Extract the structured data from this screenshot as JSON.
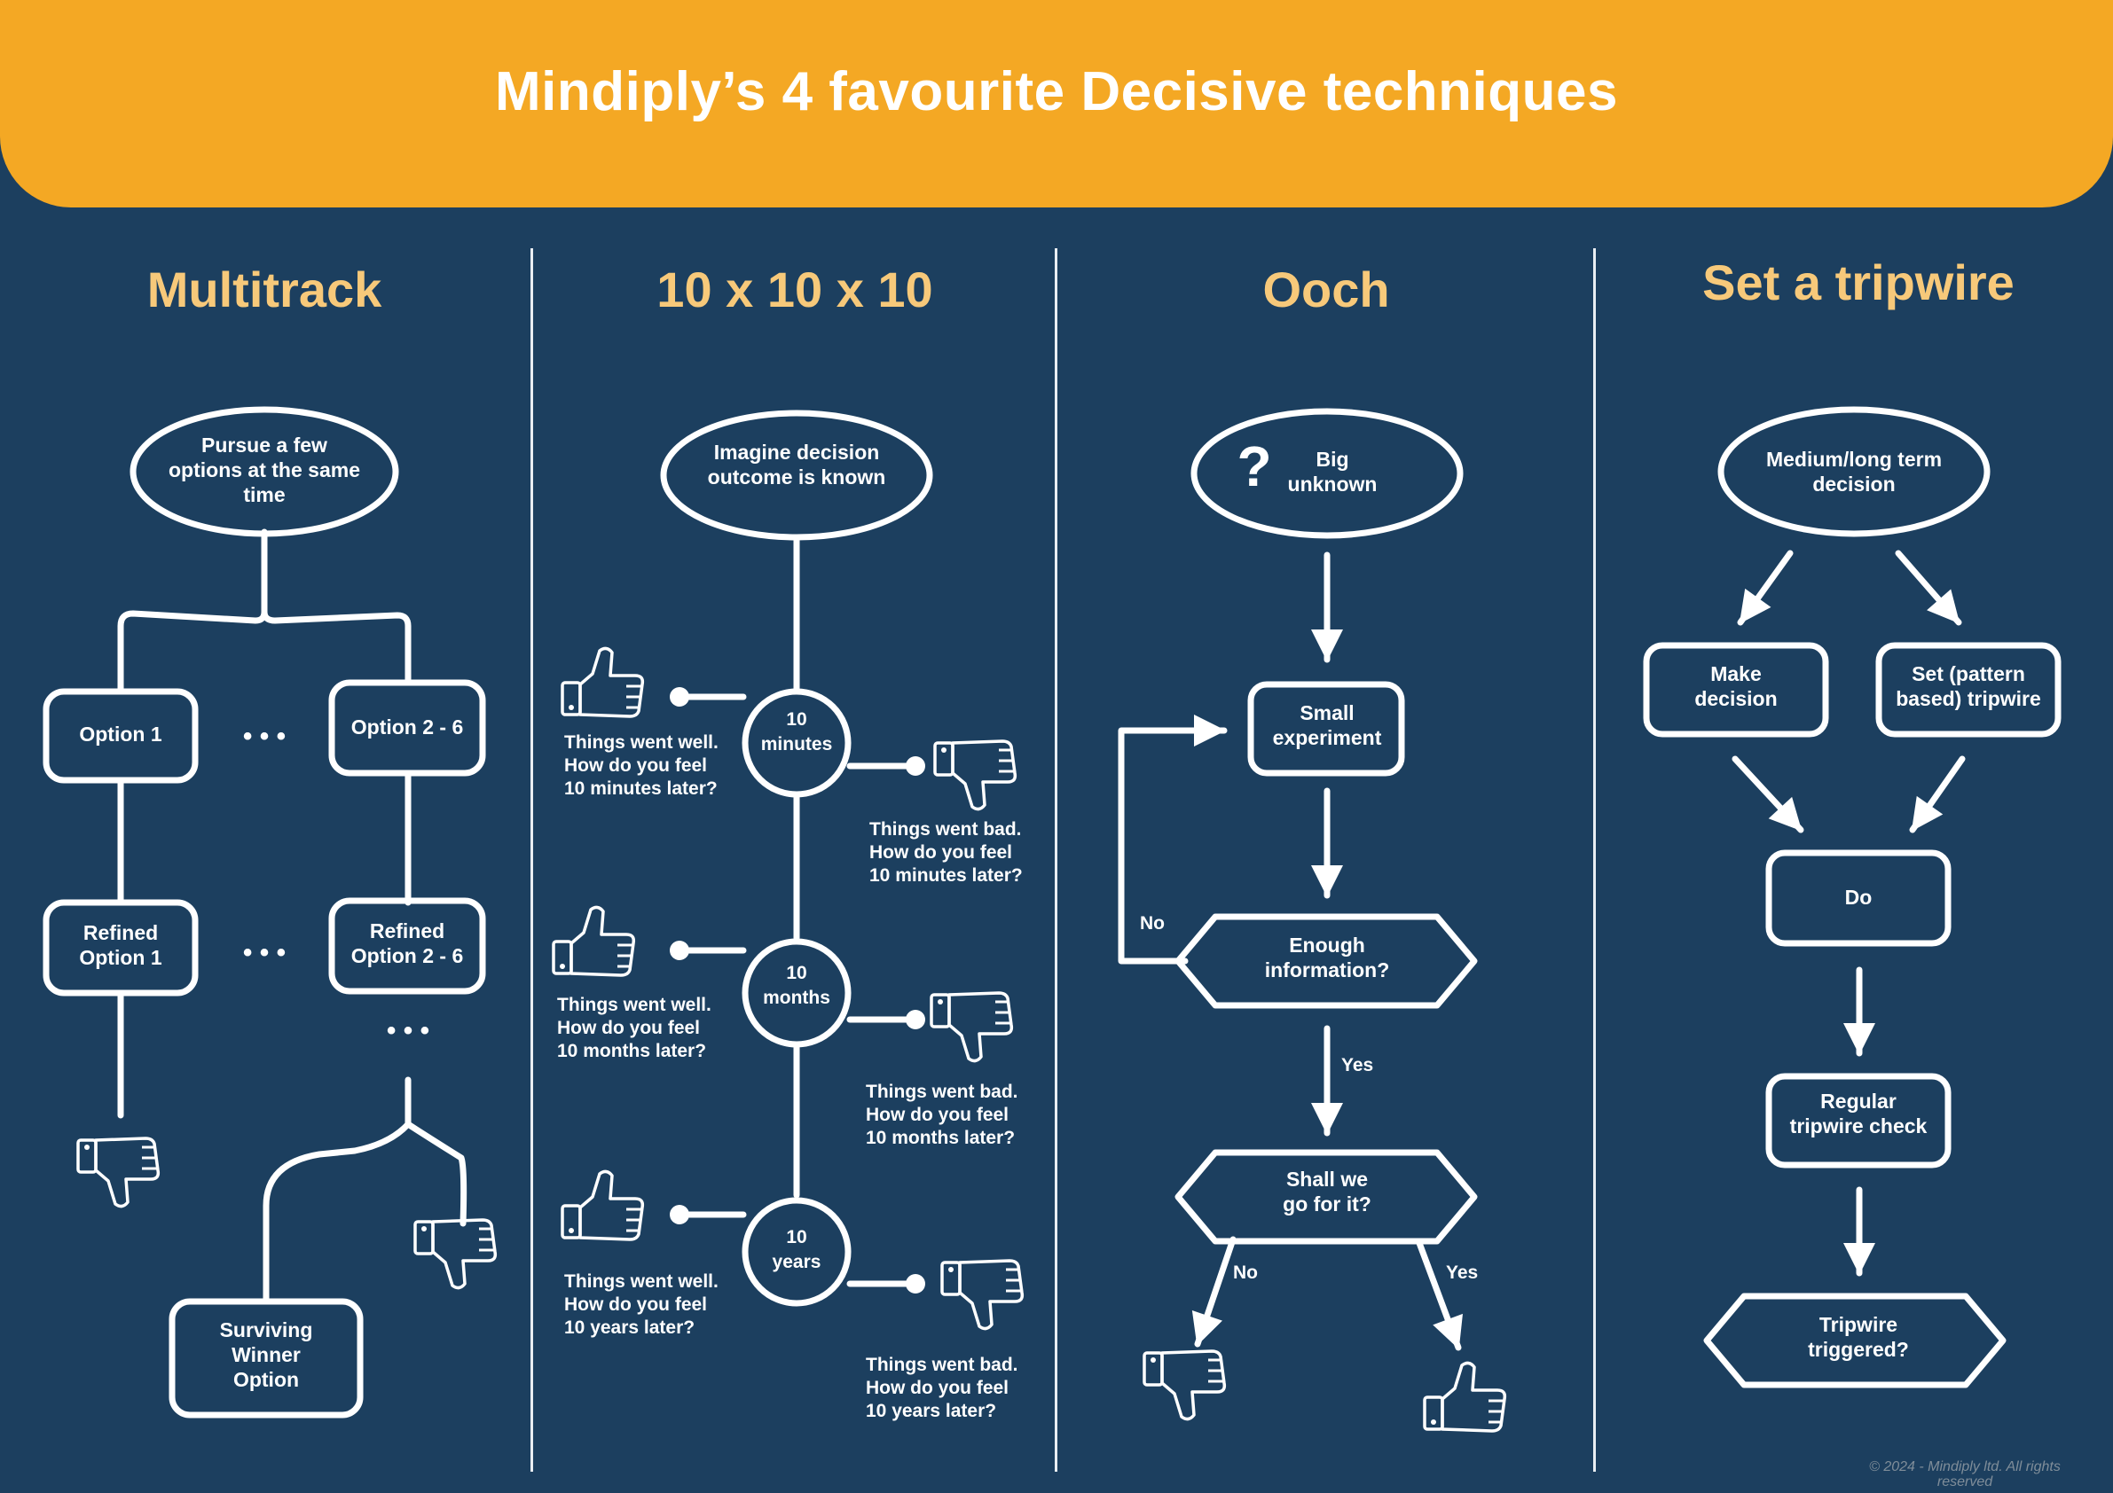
{
  "header": {
    "title": "Mindiply’s 4 favourite Decisive techniques"
  },
  "columns": [
    {
      "title": "Multitrack"
    },
    {
      "title": "10 x 10 x 10"
    },
    {
      "title": "Ooch"
    },
    {
      "title": "Set a tripwire"
    }
  ],
  "multitrack": {
    "start": [
      "Pursue a few",
      "options at the same",
      "time"
    ],
    "option1": "Option 1",
    "option26": "Option 2 - 6",
    "refined1": [
      "Refined",
      "Option 1"
    ],
    "refined26": [
      "Refined",
      "Option 2 - 6"
    ],
    "winner": [
      "Surviving",
      "Winner",
      "Option"
    ],
    "ellipsis": "• • •"
  },
  "tenxten": {
    "start": [
      "Imagine decision",
      "outcome is known"
    ],
    "nodes": [
      {
        "label": [
          "10",
          "minutes"
        ],
        "good": [
          "Things went well.",
          "How do you feel",
          "10 minutes later?"
        ],
        "bad": [
          "Things went bad.",
          "How do you feel",
          "10 minutes later?"
        ]
      },
      {
        "label": [
          "10",
          "months"
        ],
        "good": [
          "Things went well.",
          "How do you feel",
          "10 months later?"
        ],
        "bad": [
          "Things went bad.",
          "How do you feel",
          "10 months later?"
        ]
      },
      {
        "label": [
          "10",
          "years"
        ],
        "good": [
          "Things went well.",
          "How do you feel",
          "10 years later?"
        ],
        "bad": [
          "Things went bad.",
          "How do you feel",
          "10 years later?"
        ]
      }
    ]
  },
  "ooch": {
    "start_icon": "?",
    "start": [
      "Big",
      "unknown"
    ],
    "experiment": [
      "Small",
      "experiment"
    ],
    "enough": [
      "Enough",
      "information?"
    ],
    "go": [
      "Shall we",
      "go for it?"
    ],
    "no": "No",
    "yes": "Yes"
  },
  "tripwire": {
    "start": [
      "Medium/long term",
      "decision"
    ],
    "make": [
      "Make",
      "decision"
    ],
    "set": [
      "Set (pattern",
      "based) tripwire"
    ],
    "do": "Do",
    "check": [
      "Regular",
      "tripwire check"
    ],
    "triggered": [
      "Tripwire",
      "triggered?"
    ]
  },
  "footer": {
    "copyright": [
      "©  2024 - Mindiply ltd. All rights",
      "reserved"
    ]
  },
  "colors": {
    "background": "#1c3f5f",
    "header": "#f4a824",
    "title": "#f7c97a",
    "lines": "#ffffff"
  },
  "icons": [
    "thumbs-up-icon",
    "thumbs-down-icon",
    "question-mark-icon",
    "arrow-icon"
  ]
}
